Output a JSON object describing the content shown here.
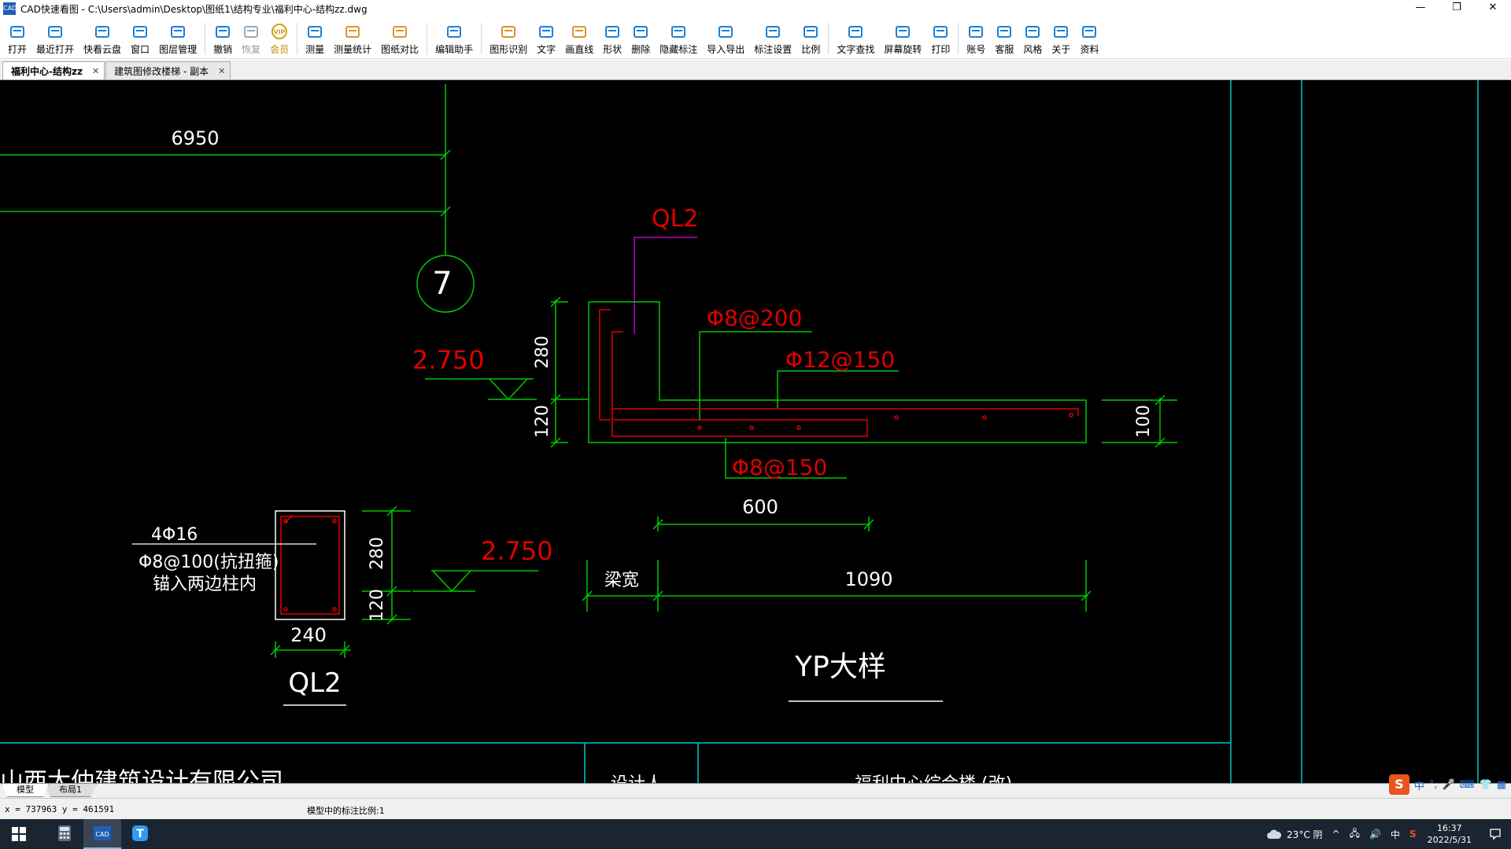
{
  "window": {
    "app_icon": "CAD",
    "title": "CAD快速看图 - C:\\Users\\admin\\Desktop\\图纸1\\结构专业\\福利中心-结构zz.dwg",
    "controls": [
      "—",
      "❐",
      "✕"
    ]
  },
  "toolbar": {
    "items": [
      {
        "label": "打开",
        "icon": "folder-open-icon",
        "color": "#1e7fd6"
      },
      {
        "label": "最近打开",
        "icon": "clock-history-icon",
        "color": "#1e7fd6"
      },
      {
        "label": "快看云盘",
        "icon": "cloud-icon",
        "color": "#1e7fd6"
      },
      {
        "label": "窗口",
        "icon": "window-icon",
        "color": "#1e7fd6"
      },
      {
        "label": "图层管理",
        "icon": "layers-icon",
        "color": "#1e7fd6"
      },
      {
        "label": "撤销",
        "icon": "undo-icon",
        "color": "#1e7fd6"
      },
      {
        "label": "恢复",
        "icon": "redo-icon",
        "color": "#9ab",
        "disabled": true
      },
      {
        "label": "会员",
        "icon": "vip-icon",
        "color": "#d4a017",
        "vip": true
      },
      {
        "label": "测量",
        "icon": "ruler-icon",
        "color": "#1e7fd6"
      },
      {
        "label": "测量统计",
        "icon": "measure-stats-icon",
        "color": "#e0922b"
      },
      {
        "label": "图纸对比",
        "icon": "compare-icon",
        "color": "#e0922b"
      },
      {
        "label": "编辑助手",
        "icon": "edit-assistant-icon",
        "color": "#1e7fd6"
      },
      {
        "label": "图形识别",
        "icon": "shape-recognize-icon",
        "color": "#e0922b"
      },
      {
        "label": "文字",
        "icon": "text-icon",
        "color": "#1e7fd6"
      },
      {
        "label": "画直线",
        "icon": "line-icon",
        "color": "#e0922b"
      },
      {
        "label": "形状",
        "icon": "shape-icon",
        "color": "#1e7fd6"
      },
      {
        "label": "删除",
        "icon": "eraser-icon",
        "color": "#1e7fd6"
      },
      {
        "label": "隐藏标注",
        "icon": "eye-hide-icon",
        "color": "#1e7fd6"
      },
      {
        "label": "导入导出",
        "icon": "import-export-icon",
        "color": "#1e7fd6"
      },
      {
        "label": "标注设置",
        "icon": "annotation-settings-icon",
        "color": "#1e7fd6"
      },
      {
        "label": "比例",
        "icon": "scale-icon",
        "color": "#1e7fd6"
      },
      {
        "label": "文字查找",
        "icon": "text-search-icon",
        "color": "#1e7fd6"
      },
      {
        "label": "屏幕旋转",
        "icon": "screen-rotate-icon",
        "color": "#1e7fd6"
      },
      {
        "label": "打印",
        "icon": "printer-icon",
        "color": "#1e7fd6"
      },
      {
        "label": "账号",
        "icon": "user-icon",
        "color": "#1e7fd6"
      },
      {
        "label": "客服",
        "icon": "headset-icon",
        "color": "#1e7fd6"
      },
      {
        "label": "风格",
        "icon": "style-icon",
        "color": "#1e7fd6"
      },
      {
        "label": "关于",
        "icon": "info-icon",
        "color": "#1e7fd6"
      },
      {
        "label": "资料",
        "icon": "library-icon",
        "color": "#1e7fd6"
      }
    ]
  },
  "tabs": [
    {
      "label": "福利中心-结构zz",
      "active": true
    },
    {
      "label": "建筑图修改楼梯 - 副本",
      "active": false
    }
  ],
  "drawing": {
    "top_dimension": "6950",
    "axis_label": "7",
    "beam_name": "QL2",
    "rebar_top": "Φ8@200",
    "rebar_mid": "Φ12@150",
    "rebar_bottom": "Φ8@150",
    "elevation": "2.750",
    "dim_280": "280",
    "dim_120": "120",
    "dim_100": "100",
    "dim_600": "600",
    "dim_1090": "1090",
    "beam_width_label": "梁宽",
    "detail_title": "YP大样",
    "section_rebar_1": "4Φ16",
    "section_rebar_2": "Φ8@100(抗扭箍)",
    "section_rebar_3": "锚入两边柱内",
    "section_width": "240",
    "section_name": "QL2",
    "titleblock_text_1": "山西太仲建筑设计有限公司",
    "titleblock_text_2": "设计人",
    "titleblock_text_3": "福利中心综合楼 (改)"
  },
  "layout_tabs": [
    {
      "label": "模型",
      "active": true
    },
    {
      "label": "布局1",
      "active": false
    }
  ],
  "status": {
    "coords": "x = 737963  y = 461591",
    "scale_text": "模型中的标注比例:1"
  },
  "ime": {
    "logo": "S",
    "items": [
      "中",
      "°,",
      "🎤",
      "⌨",
      "👕",
      "▦"
    ]
  },
  "taskbar": {
    "apps": [
      "calculator-icon",
      "cad-viewer-icon",
      "tencent-meeting-icon"
    ],
    "weather": "23°C 阴",
    "tray_icons": [
      "^",
      "🖧",
      "🔊",
      "中",
      "S"
    ],
    "time": "16:37",
    "date": "2022/5/31"
  }
}
